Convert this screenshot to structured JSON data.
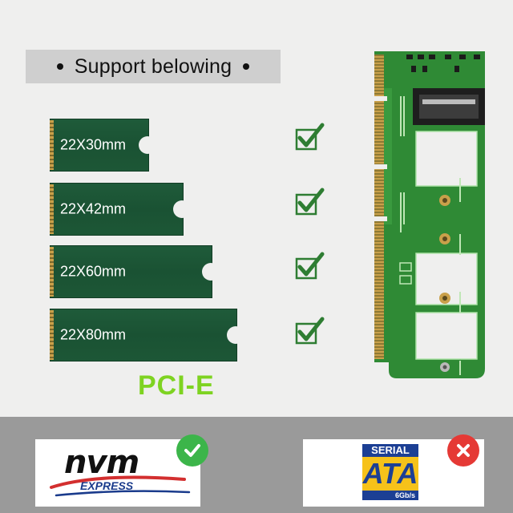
{
  "banner": {
    "title": "Support belowing"
  },
  "modules": [
    {
      "label": "22X30mm"
    },
    {
      "label": "22X42mm"
    },
    {
      "label": "22X60mm"
    },
    {
      "label": "22X80mm"
    }
  ],
  "interface_label": "PCI-E",
  "compatibility": {
    "nvme": {
      "logo_text": "nvm",
      "logo_subtext": "EXPRESS",
      "supported": true
    },
    "sata": {
      "logo_top": "SERIAL",
      "logo_main": "ATA",
      "logo_bottom": "6Gb/s",
      "supported": false
    }
  },
  "colors": {
    "pcb_green": "#1a5233",
    "accent_green": "#7ed321",
    "check_green": "#2e7d32",
    "ok_green": "#3cb54a",
    "no_red": "#e53935",
    "sata_blue": "#1c3f94",
    "sata_yellow": "#f6c21a"
  },
  "icons": [
    "dot-icon",
    "checkmark-icon",
    "check-circle-icon",
    "x-circle-icon"
  ]
}
